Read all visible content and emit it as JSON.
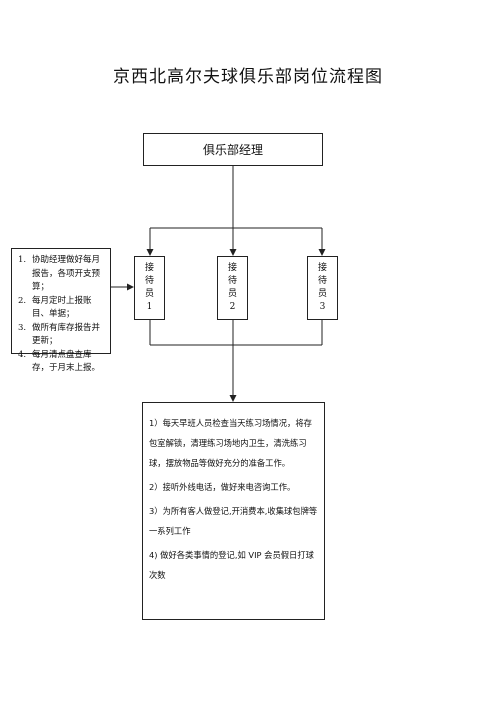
{
  "title": "京西北高尔夫球俱乐部岗位流程图",
  "manager": "俱乐部经理",
  "staff": [
    {
      "chars": [
        "接",
        "待",
        "员",
        "1"
      ]
    },
    {
      "chars": [
        "接",
        "待",
        "员",
        "2"
      ]
    },
    {
      "chars": [
        "接",
        "待",
        "员",
        "3"
      ]
    }
  ],
  "manager_duties": [
    {
      "num": "1.",
      "text": "协助经理做好每月报告，各项开支预算；"
    },
    {
      "num": "2.",
      "text": "每月定时上报账目、单据；"
    },
    {
      "num": "3.",
      "text": "做所有库存报告并更新；"
    },
    {
      "num": "4.",
      "text": "每月清点盘查库存，于月末上报。"
    }
  ],
  "staff_duties": [
    "1）每天早班人员检查当天练习场情况，将存包室解锁，清理练习场地内卫生，清洗练习球，摆放物品等做好充分的准备工作。",
    "2）接听外线电话，做好来电咨询工作。",
    "3）为所有客人做登记,开消费本,收集球包牌等一系列工作",
    "4) 做好各类事情的登记,如 VIP 会员假日打球次数"
  ]
}
